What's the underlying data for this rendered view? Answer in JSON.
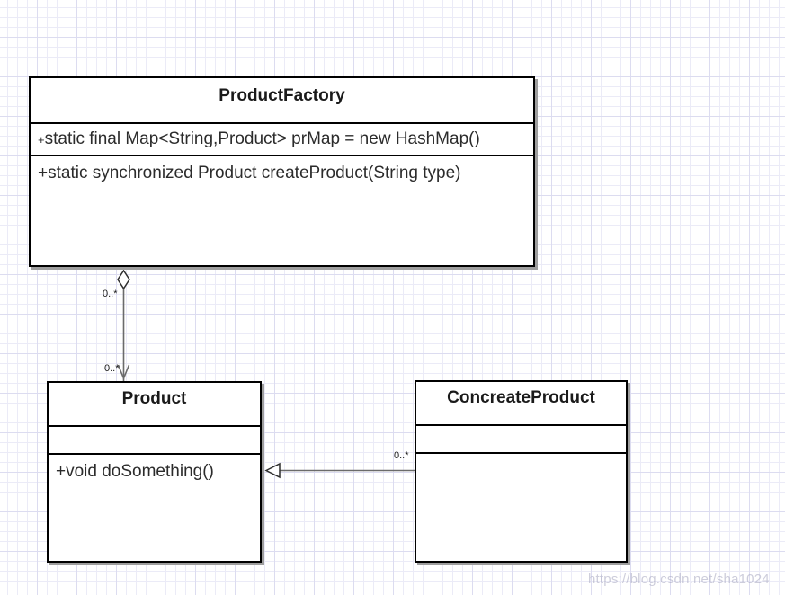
{
  "classes": {
    "product_factory": {
      "name": "ProductFactory",
      "attribute_visibility": "+",
      "attribute_text": "static final Map<String,Product> prMap = new HashMap()",
      "method": "+static synchronized Product createProduct(String type)"
    },
    "product": {
      "name": "Product",
      "method": "+void doSomething()"
    },
    "concreate_product": {
      "name": "ConcreateProduct"
    }
  },
  "relationships": {
    "aggregation": {
      "type": "aggregation",
      "from": "ProductFactory",
      "to": "Product",
      "source_multiplicity": "0..*",
      "target_multiplicity": "0..*"
    },
    "generalization": {
      "type": "generalization",
      "from": "ConcreateProduct",
      "to": "Product",
      "source_multiplicity": "0..*"
    }
  },
  "watermark": "https://blog.csdn.net/sha1024",
  "colors": {
    "box_border": "#000000",
    "box_fill": "#ffffff",
    "box_shadow": "#9e9e9e",
    "connector_line": "#6b6b6b",
    "grid_minor": "#ebebf7",
    "grid_major": "#dcdcf0",
    "watermark": "#a4a4be"
  }
}
